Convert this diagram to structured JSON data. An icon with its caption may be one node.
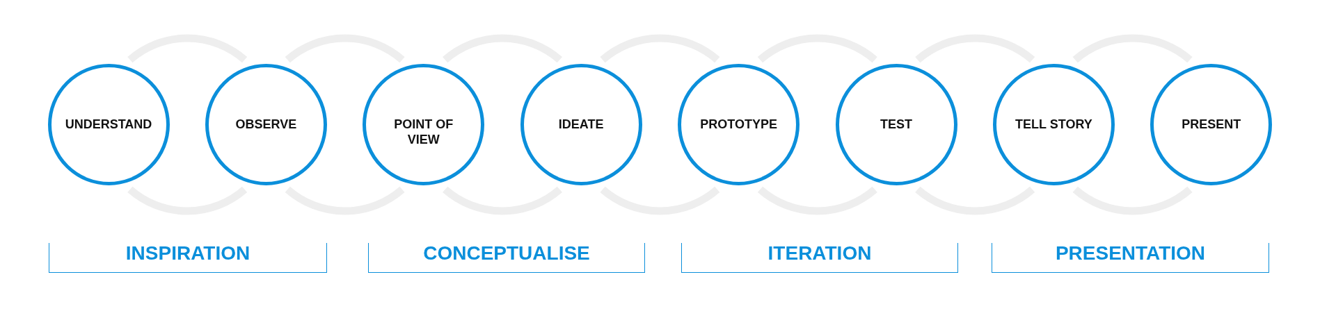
{
  "diagram": {
    "nodes": [
      {
        "text": [
          "UNDERSTAND"
        ]
      },
      {
        "text": [
          "OBSERVE"
        ]
      },
      {
        "text": [
          "POINT OF VIEW"
        ]
      },
      {
        "text": [
          "IDEATE"
        ]
      },
      {
        "text": [
          "PROTOTYPE"
        ]
      },
      {
        "text": [
          "TEST"
        ]
      },
      {
        "text": [
          "TELL STORY"
        ]
      },
      {
        "text": [
          "PRESENT"
        ]
      },
      {
        "text": [
          "INSPIRATION"
        ]
      },
      {
        "text": [
          "CONCEPTUALISE"
        ]
      },
      {
        "text": [
          "ITERATION"
        ]
      },
      {
        "text": [
          "PRESENTATION"
        ]
      }
    ],
    "edges": [
      {
        "from": 0,
        "to": 1,
        "arrow": "none"
      },
      {
        "from": 0,
        "to": 1,
        "arrow": "none"
      },
      {
        "from": 1,
        "to": 2,
        "arrow": "none"
      },
      {
        "from": 1,
        "to": 2,
        "arrow": "none"
      },
      {
        "from": 2,
        "to": 3,
        "arrow": "none"
      },
      {
        "from": 2,
        "to": 3,
        "arrow": "none"
      },
      {
        "from": 3,
        "to": 4,
        "arrow": "none"
      },
      {
        "from": 3,
        "to": 4,
        "arrow": "none"
      },
      {
        "from": 4,
        "to": 5,
        "arrow": "none"
      },
      {
        "from": 4,
        "to": 5,
        "arrow": "none"
      },
      {
        "from": 5,
        "to": 6,
        "arrow": "none"
      },
      {
        "from": 5,
        "to": 6,
        "arrow": "none"
      },
      {
        "from": 6,
        "to": 7,
        "arrow": "none"
      },
      {
        "from": 6,
        "to": 7,
        "arrow": "none"
      }
    ]
  }
}
